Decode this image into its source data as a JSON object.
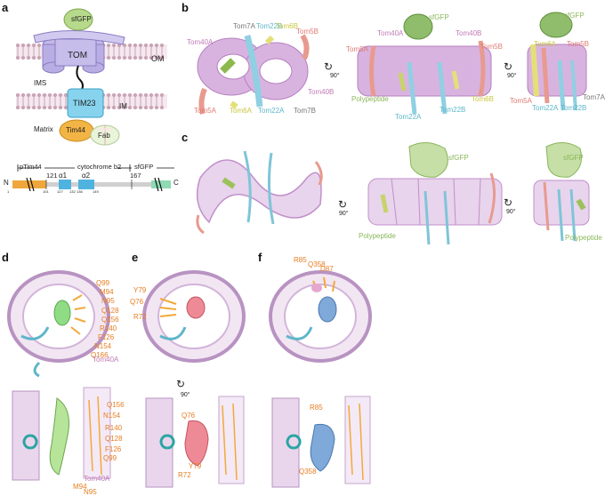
{
  "panels": {
    "a": "a",
    "b": "b",
    "c": "c",
    "d": "d",
    "e": "e",
    "f": "f"
  },
  "panel_a": {
    "schematic": {
      "sfgfp": "sfGFP",
      "tom": "TOM",
      "om": "OM",
      "ims": "IMS",
      "tim23": "TIM23",
      "im": "IM",
      "matrix": "Matrix",
      "tim44": "Tim44",
      "fab": "Fab"
    },
    "construct": {
      "ptim44": "pTim44",
      "cytochrome": "cytochrome b2",
      "sfgfp": "sfGFP",
      "n": "N",
      "c": "C",
      "a1": "α1",
      "a2": "α2",
      "n121": "121",
      "n167": "167",
      "small_ticks": [
        "1",
        "101",
        "127",
        "132",
        "136",
        "149"
      ]
    }
  },
  "panel_b": {
    "view1": {
      "tom7a": "Tom7A",
      "tom22b": "Tom22B",
      "tom6b": "Tom6B",
      "tom5b": "Tom5B",
      "tom40a": "Tom40A",
      "tom40b": "Tom40B",
      "tom5a": "Tom5A",
      "tom6a": "Tom6A",
      "tom22a": "Tom22A",
      "tom7b": "Tom7B"
    },
    "view2": {
      "sfgfp": "sfGFP",
      "tom40a": "Tom40A",
      "tom40b": "Tom40B",
      "tom5a": "Tom5A",
      "tom5b": "Tom5B",
      "polypeptide": "Polypeptide",
      "tom6b": "Tom6B",
      "tom22a": "Tom22A",
      "tom22b": "Tom22B"
    },
    "view3": {
      "sfgfp": "sfGFP",
      "tom6a": "Tom6A",
      "tom5b": "Tom5B",
      "tom7a": "Tom7A",
      "tom5a": "Tom5A",
      "tom22a": "Tom22A",
      "tom22b": "Tom22B"
    },
    "rot1": "90°",
    "rot2": "90°"
  },
  "panel_c": {
    "sfgfp1": "sfGFP",
    "polypeptide1": "Polypeptide",
    "sfgfp2": "sfGFP",
    "polypeptide2": "Polypeptide",
    "rot1": "90°",
    "rot2": "90°"
  },
  "panel_d": {
    "residues": [
      "Q99",
      "M94",
      "N95",
      "Q128",
      "Q156",
      "R140",
      "F126",
      "N154",
      "Q166"
    ],
    "tom40a": "Tom40A",
    "side_residues": [
      "Q156",
      "N154",
      "R140",
      "Q128",
      "F126",
      "Q99"
    ],
    "side_bottom": [
      "M94",
      "N95"
    ],
    "side_tom40a": "Tom40A"
  },
  "panel_e": {
    "residues": [
      "Y79",
      "Q76",
      "R72"
    ],
    "rot": "90°",
    "side_residues": [
      "Q76",
      "Y79",
      "R72"
    ]
  },
  "panel_f": {
    "residues": [
      "R85",
      "Q358",
      "D87"
    ],
    "side_residues": [
      "R85",
      "Q358"
    ]
  }
}
